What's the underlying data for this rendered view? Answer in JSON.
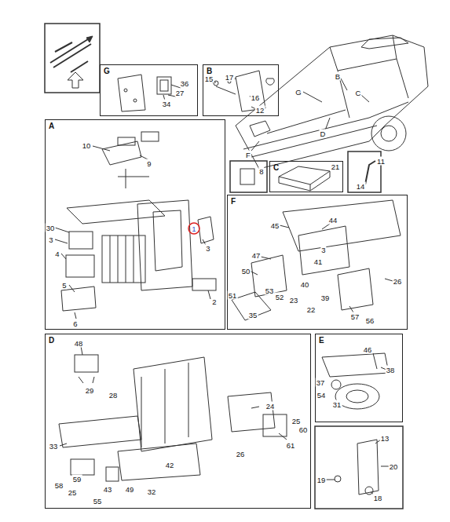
{
  "diagram": {
    "nodes": [
      {
        "text": [
          "G"
        ]
      },
      {
        "text": [
          "B"
        ]
      },
      {
        "text": [
          "A"
        ]
      },
      {
        "text": [
          "C"
        ]
      },
      {
        "text": [
          "F"
        ]
      },
      {
        "text": [
          "D"
        ]
      },
      {
        "text": [
          "E"
        ]
      }
    ],
    "labels": [
      "G",
      "B",
      "C",
      "D",
      "F",
      "36",
      "27",
      "34",
      "15",
      "17",
      "16",
      "12",
      "10",
      "9",
      "30",
      "3",
      "4",
      "5",
      "6",
      "1",
      "3",
      "2",
      "8",
      "21",
      "11",
      "14",
      "45",
      "44",
      "47",
      "41",
      "3",
      "50",
      "40",
      "26",
      "51",
      "53",
      "52",
      "23",
      "39",
      "22",
      "35",
      "57",
      "56",
      "48",
      "29",
      "28",
      "24",
      "25",
      "60",
      "61",
      "26",
      "33",
      "42",
      "59",
      "58",
      "25",
      "43",
      "49",
      "55",
      "32",
      "46",
      "38",
      "37",
      "54",
      "31",
      "13",
      "20",
      "19",
      "18"
    ]
  }
}
